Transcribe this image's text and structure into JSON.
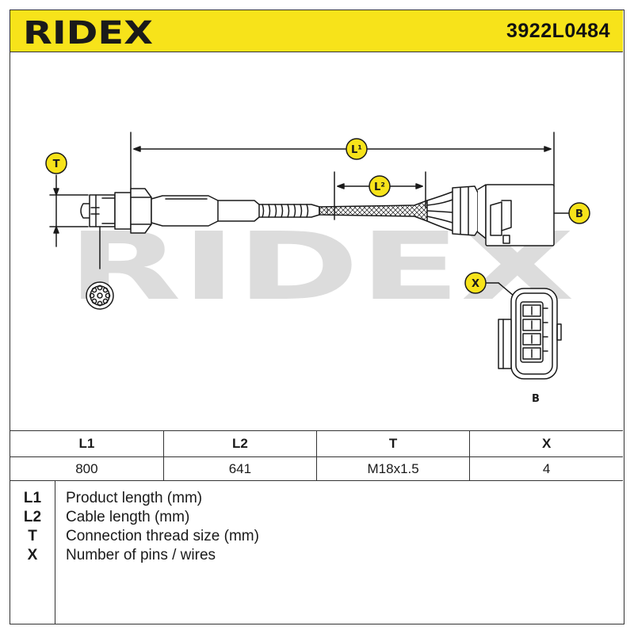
{
  "header": {
    "brand": "RIDEX",
    "part_number": "3922L0484"
  },
  "colors": {
    "accent": "#f7e31a",
    "line": "#1a1a1a",
    "watermark": "#dcdcdc"
  },
  "drawing": {
    "watermark": "RIDEX",
    "labels": {
      "L1": "L¹",
      "L2": "L²",
      "T": "T",
      "B": "B",
      "X": "X",
      "connector_caption": "B"
    }
  },
  "table": {
    "headers": [
      "L1",
      "L2",
      "T",
      "X"
    ],
    "values": [
      "800",
      "641",
      "M18x1.5",
      "4"
    ]
  },
  "legend": [
    {
      "key": "L1",
      "desc": "Product length (mm)"
    },
    {
      "key": "L2",
      "desc": "Cable length (mm)"
    },
    {
      "key": "T",
      "desc": "Connection thread size (mm)"
    },
    {
      "key": "X",
      "desc": "Number of pins / wires"
    }
  ]
}
